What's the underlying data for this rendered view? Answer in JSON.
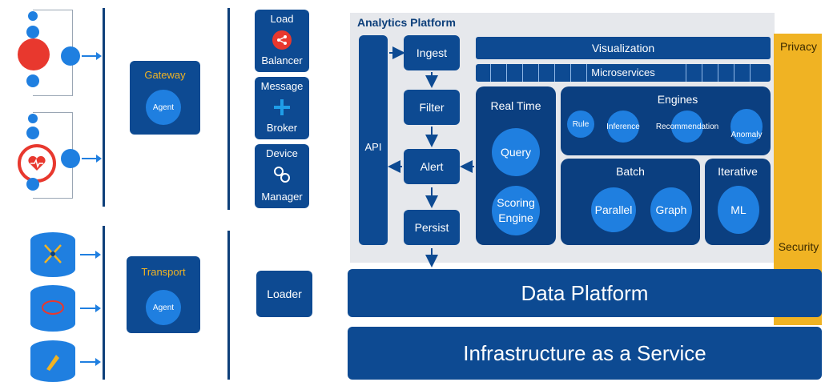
{
  "analytics": {
    "title": "Analytics Platform"
  },
  "left_devices": {
    "gateway": "Gateway",
    "transport": "Transport",
    "agent": "Agent"
  },
  "middle": {
    "load": "Load",
    "balancer": "Balancer",
    "message": "Message",
    "broker": "Broker",
    "device": "Device",
    "manager": "Manager",
    "loader": "Loader"
  },
  "pipeline": {
    "api": "API",
    "ingest": "Ingest",
    "filter": "Filter",
    "alert": "Alert",
    "persist": "Persist"
  },
  "top_bars": {
    "visualization": "Visualization",
    "microservices": "Microservices"
  },
  "realtime": {
    "title": "Real Time",
    "query": "Query",
    "scoring_line1": "Scoring",
    "scoring_line2": "Engine"
  },
  "engines": {
    "title": "Engines",
    "rule": "Rule",
    "inference": "Inference",
    "recommendation": "Recommendation",
    "anomaly": "Anomaly"
  },
  "batch": {
    "title": "Batch",
    "parallel": "Parallel",
    "graph": "Graph"
  },
  "iterative": {
    "title": "Iterative",
    "ml": "ML"
  },
  "side": {
    "privacy": "Privacy",
    "security": "Security"
  },
  "platforms": {
    "data": "Data Platform",
    "infra": "Infrastructure as a Service"
  },
  "colors": {
    "navy": "#0d4a92",
    "circle": "#1f7fe0",
    "gold": "#f0b323",
    "panel": "#e6e8ec"
  },
  "icons": [
    "sensor-circle-icon",
    "heart-monitor-icon",
    "database-icon",
    "share-icon",
    "plus-icon",
    "gears-icon",
    "arrow-icon"
  ]
}
